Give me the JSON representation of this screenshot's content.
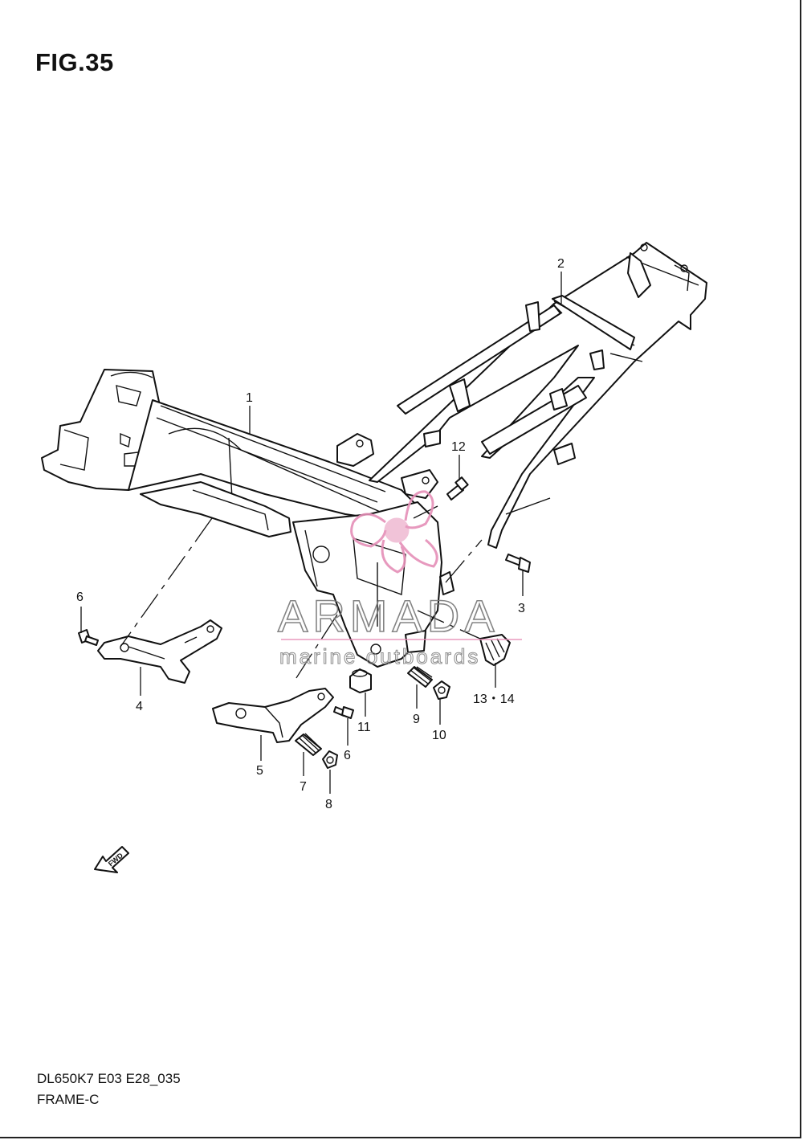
{
  "figure": {
    "title": "FIG.35",
    "model_code": "DL650K7 E03 E28_035",
    "assembly_name": "FRAME-C"
  },
  "callouts": [
    {
      "id": "c1",
      "label": "1"
    },
    {
      "id": "c2",
      "label": "2"
    },
    {
      "id": "c3",
      "label": "3"
    },
    {
      "id": "c4",
      "label": "4"
    },
    {
      "id": "c5",
      "label": "5"
    },
    {
      "id": "c6a",
      "label": "6"
    },
    {
      "id": "c6b",
      "label": "6"
    },
    {
      "id": "c7",
      "label": "7"
    },
    {
      "id": "c8",
      "label": "8"
    },
    {
      "id": "c9",
      "label": "9"
    },
    {
      "id": "c10",
      "label": "10"
    },
    {
      "id": "c11",
      "label": "11"
    },
    {
      "id": "c12",
      "label": "12"
    },
    {
      "id": "c13",
      "label": "13・14"
    }
  ],
  "direction_marker": {
    "label": "FWD",
    "icon": "fwd-arrow-icon"
  },
  "watermark": {
    "brand": "ARMADA",
    "tagline": "marine outboards",
    "icon": "propeller-logo-icon",
    "logo_color": "#e58fb7",
    "text_color": "#777777"
  }
}
